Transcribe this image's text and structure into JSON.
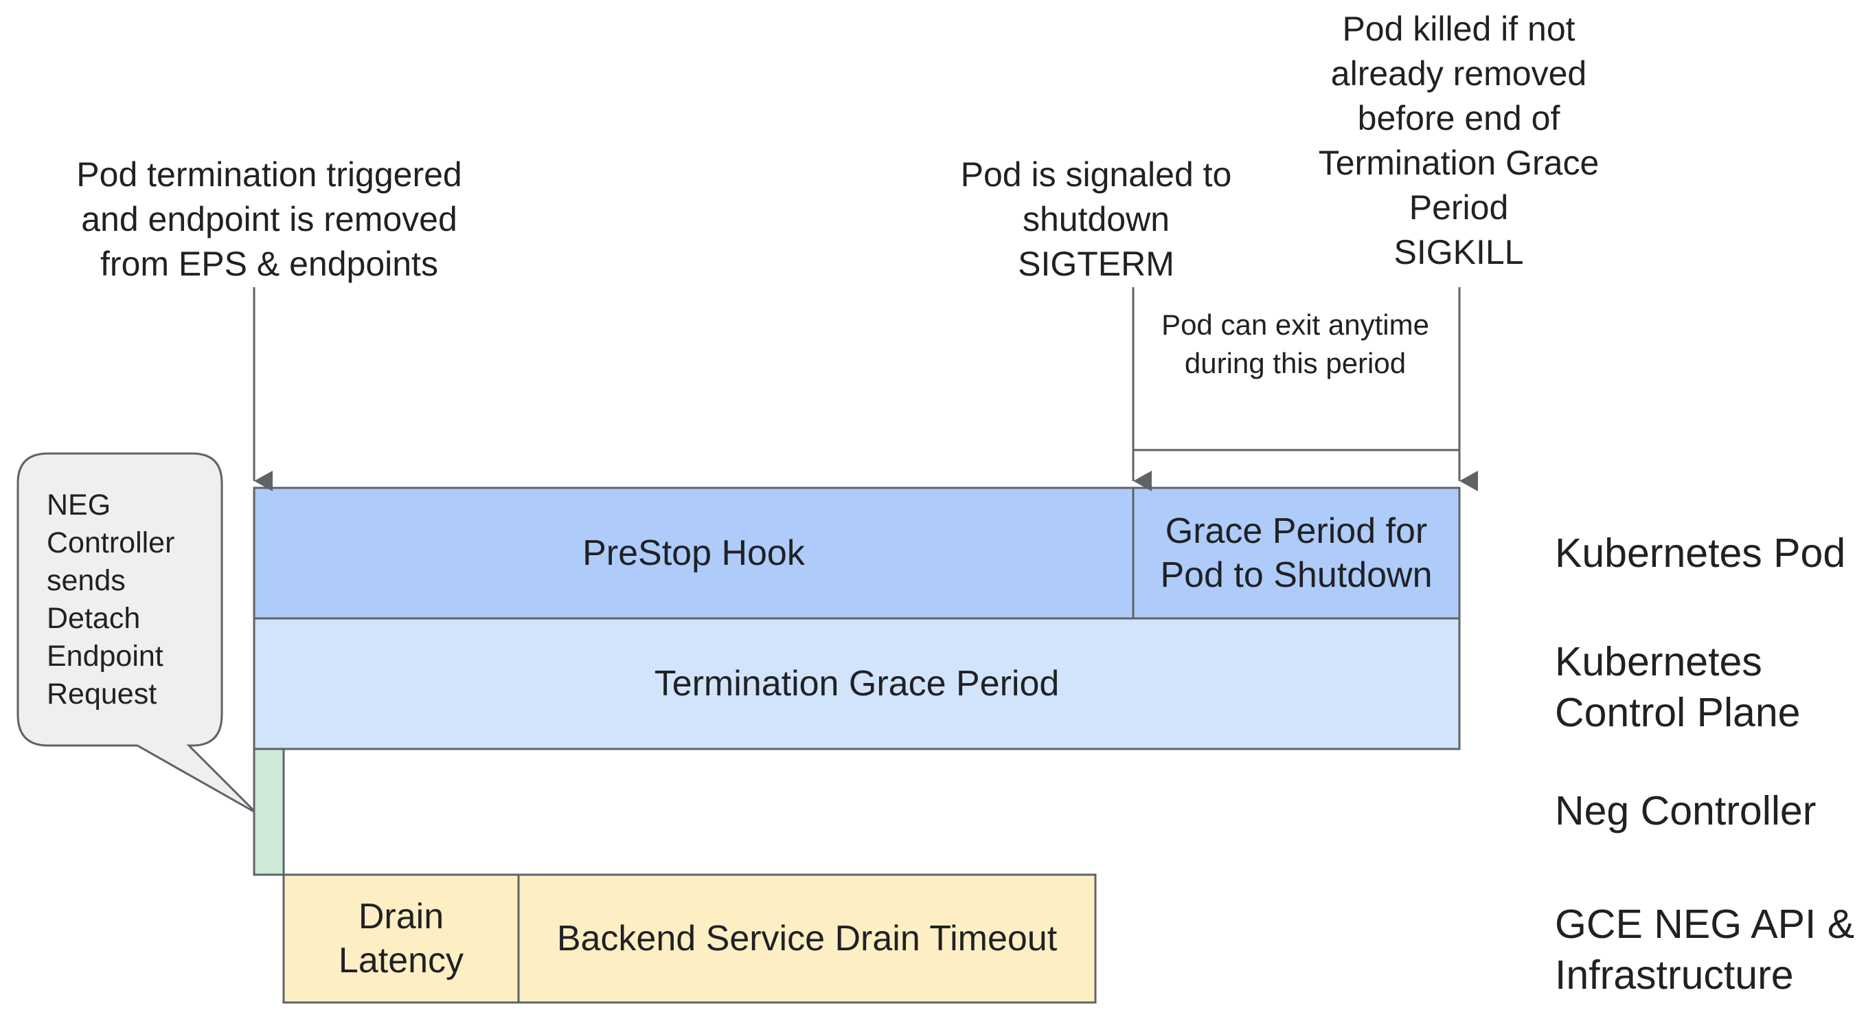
{
  "events": {
    "termination": {
      "line1": "Pod termination triggered",
      "line2": "and endpoint is removed",
      "line3": "from EPS & endpoints"
    },
    "sigterm": {
      "line1": "Pod is signaled to",
      "line2": "shutdown",
      "line3": "SIGTERM"
    },
    "sigkill": {
      "line1": "Pod killed if not",
      "line2": "already removed",
      "line3": "before end of",
      "line4": "Termination Grace",
      "line5": "Period",
      "line6": "SIGKILL"
    }
  },
  "exit_note": {
    "line1": "Pod can exit anytime",
    "line2": "during this period"
  },
  "bars": {
    "prestop": "PreStop Hook",
    "grace_shutdown": {
      "line1": "Grace Period for",
      "line2": "Pod to Shutdown"
    },
    "termination_grace": "Termination Grace Period",
    "drain_latency": {
      "line1": "Drain",
      "line2": "Latency"
    },
    "drain_timeout": "Backend Service Drain Timeout"
  },
  "lanes": {
    "pod": "Kubernetes Pod",
    "control_plane": {
      "line1": "Kubernetes",
      "line2": "Control Plane"
    },
    "neg_controller": "Neg Controller",
    "gce": {
      "line1": "GCE NEG API &",
      "line2": "Infrastructure"
    }
  },
  "callout": {
    "line1": "NEG",
    "line2": "Controller",
    "line3": "sends",
    "line4": "Detach",
    "line5": "Endpoint",
    "line6": "Request"
  },
  "colors": {
    "prestop": "#aecbfa",
    "termination_grace": "#d2e3fc",
    "neg_controller": "#ceead6",
    "drain": "#fdefc3",
    "callout": "#efefef",
    "stroke": "#5f6368"
  }
}
